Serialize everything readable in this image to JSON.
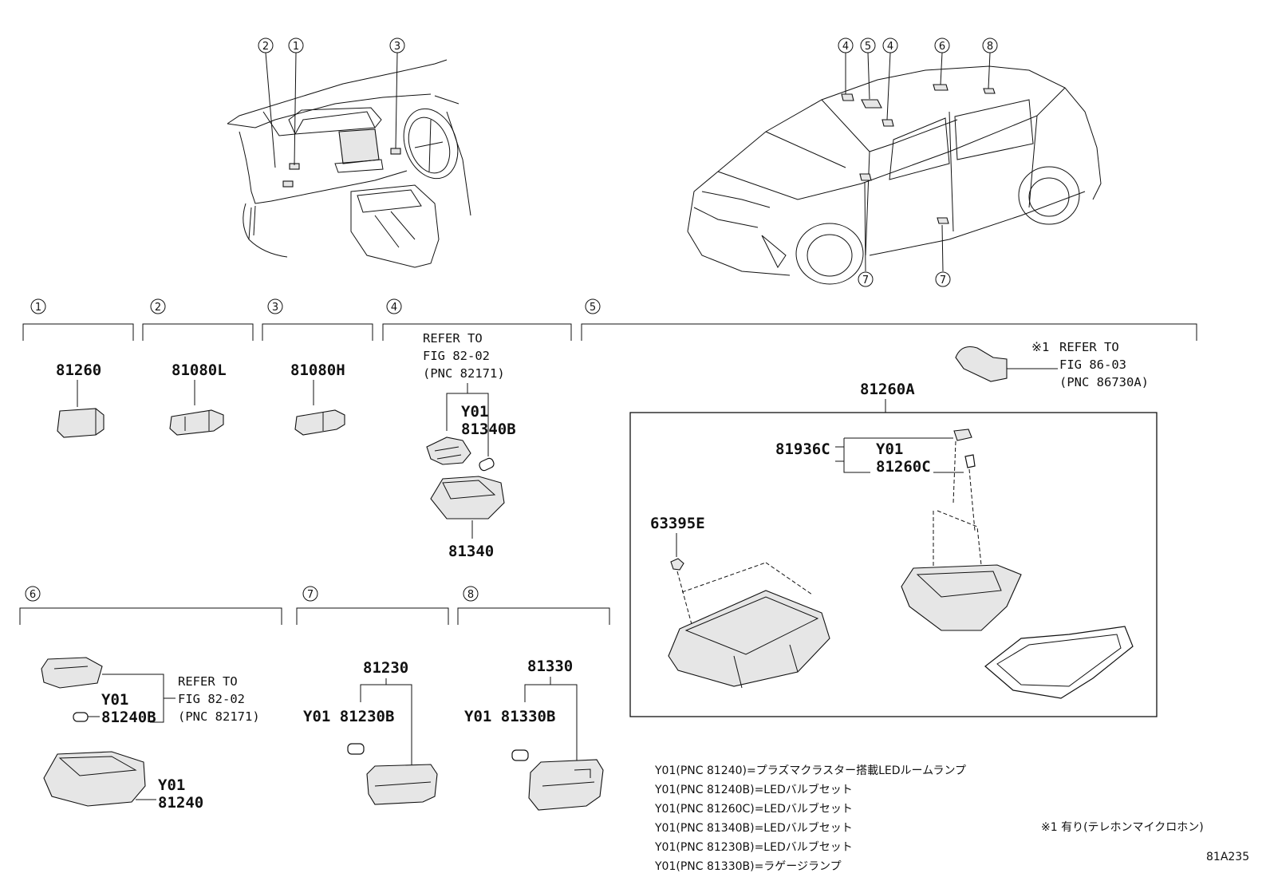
{
  "callouts": {
    "c1": "1",
    "c2": "2",
    "c3": "3",
    "c4": "4",
    "c5": "5",
    "c6": "6",
    "c7": "7",
    "c8": "8"
  },
  "sections": {
    "s1": {
      "number": "1",
      "part": "81260"
    },
    "s2": {
      "number": "2",
      "part": "81080L"
    },
    "s3": {
      "number": "3",
      "part": "81080H"
    },
    "s4": {
      "number": "4",
      "refer_line1": "REFER TO",
      "refer_line2": "FIG 82-02",
      "refer_line3": "(PNC 82171)",
      "variant": "Y01",
      "bulb": "81340B",
      "lamp": "81340"
    },
    "s5": {
      "number": "5",
      "assembly": "81260A",
      "ref_mark": "※1",
      "refer_line1": "REFER TO",
      "refer_line2": "FIG 86-03",
      "refer_line3": "(PNC 86730A)",
      "part_a": "81936C",
      "variant": "Y01",
      "part_b": "81260C",
      "screw": "63395E"
    },
    "s6": {
      "number": "6",
      "refer_line1": "REFER TO",
      "refer_line2": "FIG 82-02",
      "refer_line3": "(PNC 82171)",
      "variant": "Y01",
      "bulb": "81240B",
      "lamp_variant": "Y01",
      "lamp": "81240"
    },
    "s7": {
      "number": "7",
      "part": "81230",
      "variant_bulb": "Y01 81230B"
    },
    "s8": {
      "number": "8",
      "part": "81330",
      "variant_bulb": "Y01 81330B"
    }
  },
  "notes": [
    "Y01(PNC 81240)=プラズマクラスター搭載LEDルームランプ",
    "Y01(PNC 81240B)=LEDバルブセット",
    "Y01(PNC 81260C)=LEDバルブセット",
    "Y01(PNC 81340B)=LEDバルブセット",
    "Y01(PNC 81230B)=LEDバルブセット",
    "Y01(PNC 81330B)=ラゲージランプ"
  ],
  "footnote": "※1 有り(テレホンマイクロホン)",
  "figure_code": "81A235"
}
